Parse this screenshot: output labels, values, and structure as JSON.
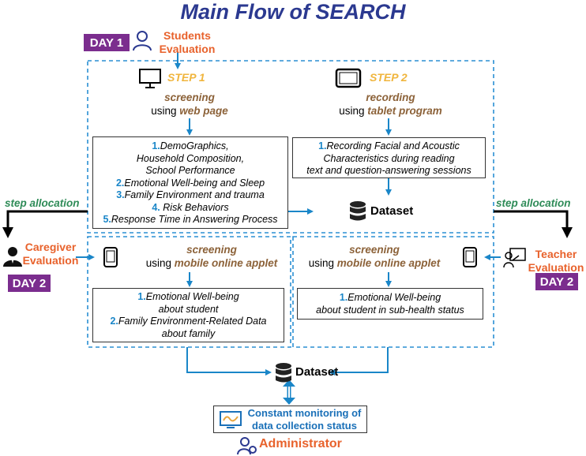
{
  "title": "Main Flow of SEARCH",
  "students": {
    "day": "DAY 1",
    "label_line1": "Students",
    "label_line2": "Evaluation"
  },
  "step1": {
    "step_label": "STEP 1",
    "method": "screening",
    "using_prefix": "using",
    "using_tool": "web page",
    "items": [
      {
        "num": "1.",
        "text": "DemoGraphics,"
      },
      {
        "num": "",
        "text": "Household Composition,"
      },
      {
        "num": "",
        "text": "School Performance"
      },
      {
        "num": "2.",
        "text": "Emotional Well-being and Sleep"
      },
      {
        "num": "3.",
        "text": "Family Environment and trauma"
      },
      {
        "num": "4.",
        "text": " Risk Behaviors"
      },
      {
        "num": "5.",
        "text": "Response Time in Answering Process"
      }
    ]
  },
  "step2": {
    "step_label": "STEP 2",
    "method": "recording",
    "using_prefix": "using",
    "using_tool": "tablet program",
    "items": [
      {
        "num": "1.",
        "text": "Recording Facial and Acoustic"
      },
      {
        "num": "",
        "text": "Characteristics during reading"
      },
      {
        "num": "",
        "text": "text and question-answering sessions"
      }
    ]
  },
  "dataset_label": "Dataset",
  "allocation_left": "step allocation",
  "allocation_right": "step allocation",
  "caregiver": {
    "label_line1": "Caregiver",
    "label_line2": "Evaluation",
    "day": "DAY 2",
    "method": "screening",
    "using_prefix": "using",
    "using_tool": "mobile online applet",
    "items": [
      {
        "num": "1.",
        "text": "Emotional Well-being"
      },
      {
        "num": "",
        "text": "about student"
      },
      {
        "num": "2.",
        "text": "Family Environment-Related Data"
      },
      {
        "num": "",
        "text": "about family"
      }
    ]
  },
  "teacher": {
    "label_line1": "Teacher",
    "label_line2": "Evaluation",
    "day": "DAY 2",
    "method": "screening",
    "using_prefix": "using",
    "using_tool": "mobile online applet",
    "items": [
      {
        "num": "1.",
        "text": "Emotional Well-being"
      },
      {
        "num": "",
        "text": "about student in sub-health status"
      }
    ]
  },
  "dataset2_label": "Dataset",
  "monitoring": {
    "line1": "Constant monitoring of",
    "line2": "data collection status"
  },
  "administrator": "Administrator",
  "colors": {
    "title": "#2b3990",
    "day_badge": "#7b2d8e",
    "actor": "#e8622c",
    "step": "#f0b53d",
    "method": "#8c6239",
    "allocation": "#2e8b57",
    "arrow": "#1a86c8",
    "dashed_border": "#2a8fd4"
  },
  "icons": [
    "user-icon",
    "monitor-icon",
    "tablet-icon",
    "database-icon",
    "phone-icon",
    "teacher-icon",
    "caregiver-icon",
    "admin-icon",
    "chart-icon"
  ]
}
